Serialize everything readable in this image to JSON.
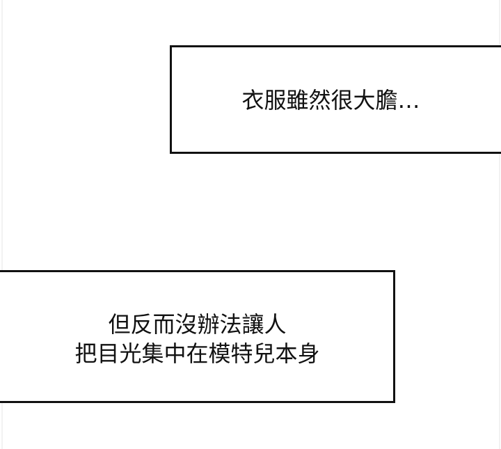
{
  "panel": {
    "background_color": "#ffffff",
    "border_color": "#111111"
  },
  "captions": [
    {
      "id": "top",
      "lines": [
        "衣服雖然很大膽…"
      ]
    },
    {
      "id": "bottom",
      "lines": [
        "但反而沒辦法讓人",
        "把目光集中在模特兒本身"
      ]
    }
  ]
}
